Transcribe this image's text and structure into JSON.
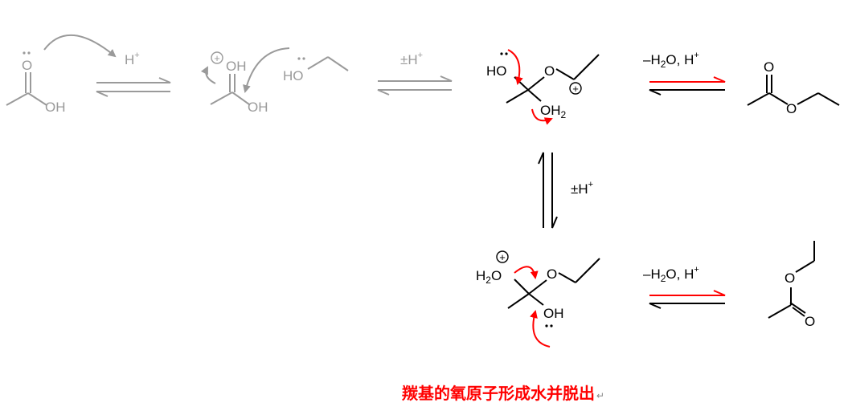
{
  "colors": {
    "faded": "#9a9a9a",
    "main": "#000000",
    "highlight": "#ff0000"
  },
  "labels": {
    "h_plus": "H",
    "plus_sup": "+",
    "oh": "OH",
    "ho": "HO",
    "o": "O",
    "pm_h": "±H",
    "minus_h2o": "–H",
    "h2_sub": "2",
    "o_comma_h": "O, H",
    "h2o_left": "H",
    "o_suffix": "O",
    "charge": "+"
  },
  "caption": "羰基的氧原子形成水并脱出",
  "caption_mark": "↵"
}
